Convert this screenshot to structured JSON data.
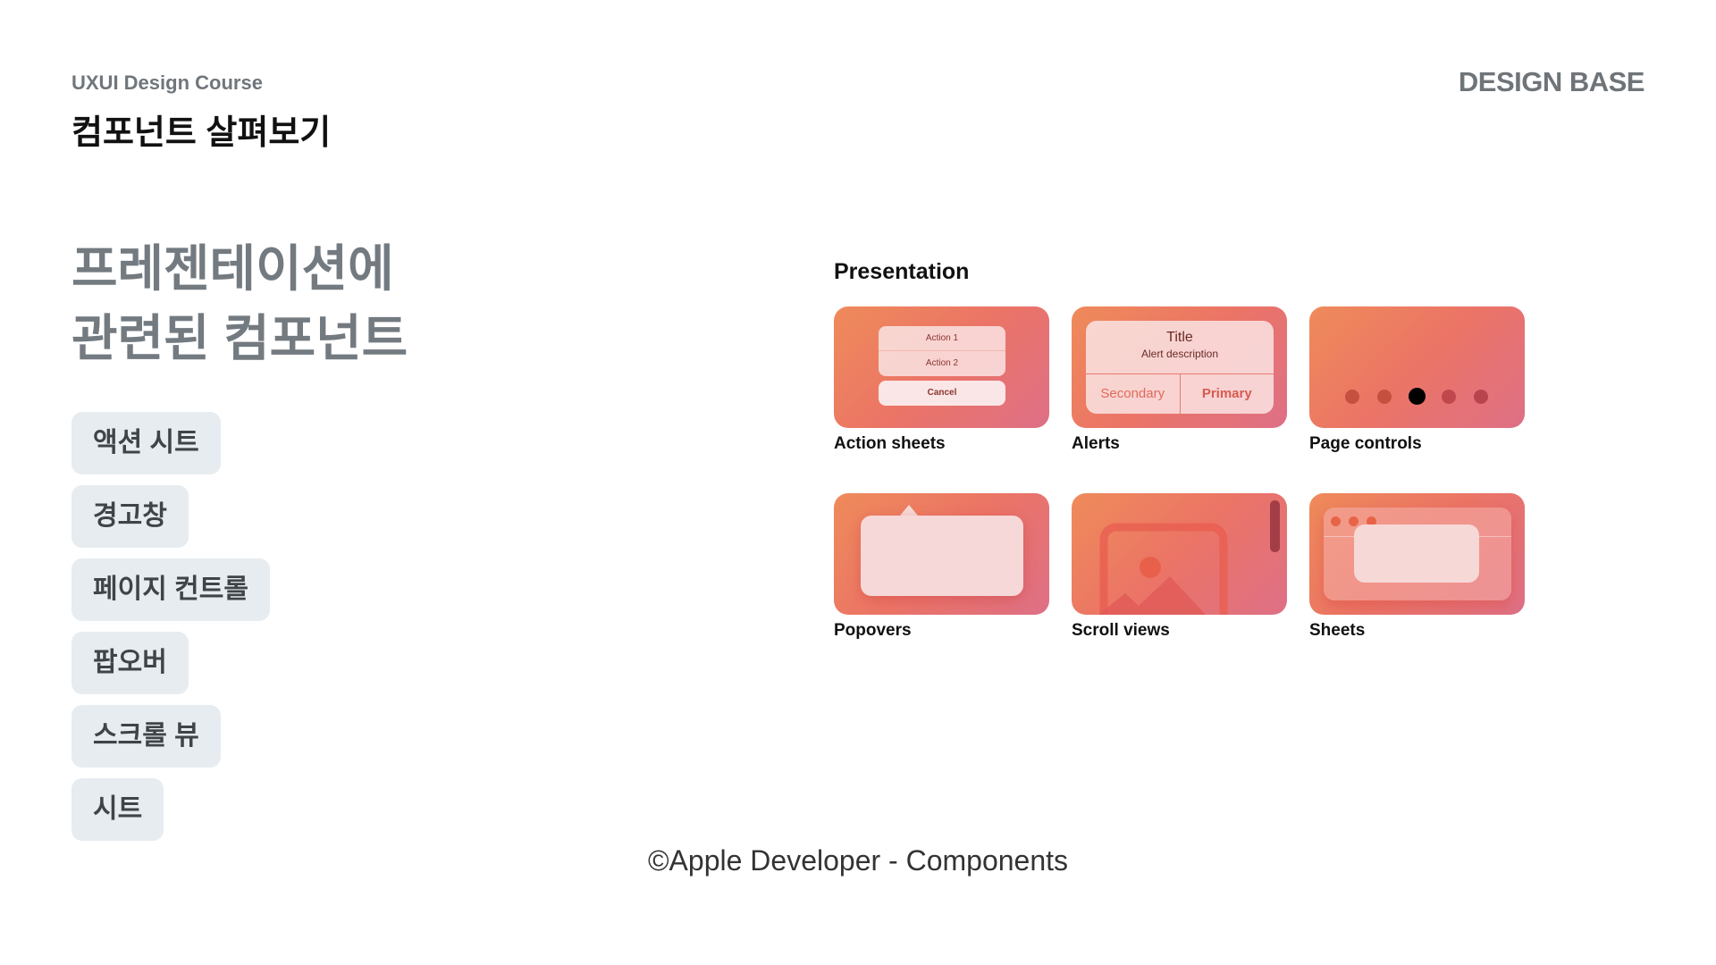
{
  "header": {
    "course": "UXUI Design Course",
    "title": "컴포넌트 살펴보기",
    "brand": "DESIGN BASE"
  },
  "heading": {
    "line1": "프레젠테이션에",
    "line2": "관련된 컴포넌트"
  },
  "chips": [
    "액션 시트",
    "경고창",
    "페이지 컨트롤",
    "팝오버",
    "스크롤 뷰",
    "시트"
  ],
  "section_title": "Presentation",
  "cards": {
    "action_sheets": {
      "label": "Action sheets",
      "action1": "Action 1",
      "action2": "Action 2",
      "cancel": "Cancel"
    },
    "alerts": {
      "label": "Alerts",
      "title": "Title",
      "description": "Alert description",
      "secondary": "Secondary",
      "primary": "Primary"
    },
    "page_controls": {
      "label": "Page controls",
      "pages": 5,
      "current": 3
    },
    "popovers": {
      "label": "Popovers"
    },
    "scroll_views": {
      "label": "Scroll views"
    },
    "sheets": {
      "label": "Sheets"
    }
  },
  "footer": "©Apple Developer - Components"
}
